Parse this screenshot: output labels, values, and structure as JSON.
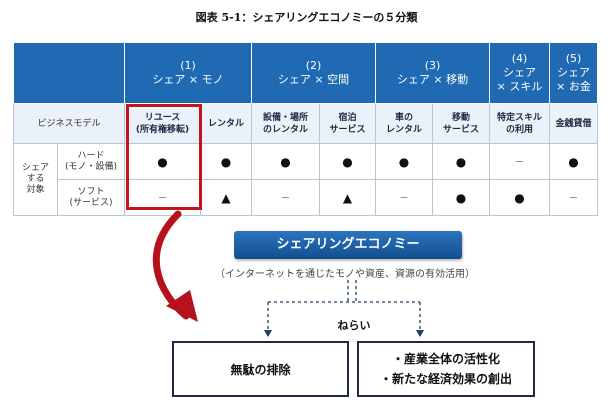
{
  "title": "図表 5-1：シェアリングエコノミーの５分類",
  "categories": [
    {
      "num": "(1)",
      "label": "シェア × モノ"
    },
    {
      "num": "(2)",
      "label": "シェア × 空間"
    },
    {
      "num": "(3)",
      "label": "シェア × 移動"
    },
    {
      "num": "(4)",
      "label1": "シェア",
      "label2": "× スキル"
    },
    {
      "num": "(5)",
      "label1": "シェア",
      "label2": "× お金"
    }
  ],
  "business_model_label": "ビジネスモデル",
  "models": [
    {
      "l1": "リユース",
      "l2": "(所有権移転)"
    },
    {
      "l1": "レンタル",
      "l2": ""
    },
    {
      "l1": "設備・場所",
      "l2": "のレンタル"
    },
    {
      "l1": "宿泊",
      "l2": "サービス"
    },
    {
      "l1": "車の",
      "l2": "レンタル"
    },
    {
      "l1": "移動",
      "l2": "サービス"
    },
    {
      "l1": "特定スキル",
      "l2": "の利用"
    },
    {
      "l1": "金銭貸借",
      "l2": ""
    }
  ],
  "side_label": {
    "l1": "シェア",
    "l2": "する",
    "l3": "対象"
  },
  "rows": [
    {
      "sub1": "ハード",
      "sub2": "(モノ・設備)",
      "marks": [
        "●",
        "●",
        "●",
        "●",
        "●",
        "●",
        "−",
        "●"
      ]
    },
    {
      "sub1": "ソフト",
      "sub2": "(サービス)",
      "marks": [
        "−",
        "▲",
        "−",
        "▲",
        "−",
        "●",
        "●",
        "−"
      ]
    }
  ],
  "sharing_title": "シェアリングエコノミー",
  "sharing_caption": "（インターネットを通じたモノや資産、資源の有効活用）",
  "aim_label": "ねらい",
  "left_box": "無駄の排除",
  "right_box": {
    "line1": "・産業全体の活性化",
    "line2": "・新たな経済効果の創出"
  },
  "colors": {
    "header_blue": "#1f6ab3",
    "highlight_red": "#c4151c",
    "model_row": "#eaf1f9"
  }
}
